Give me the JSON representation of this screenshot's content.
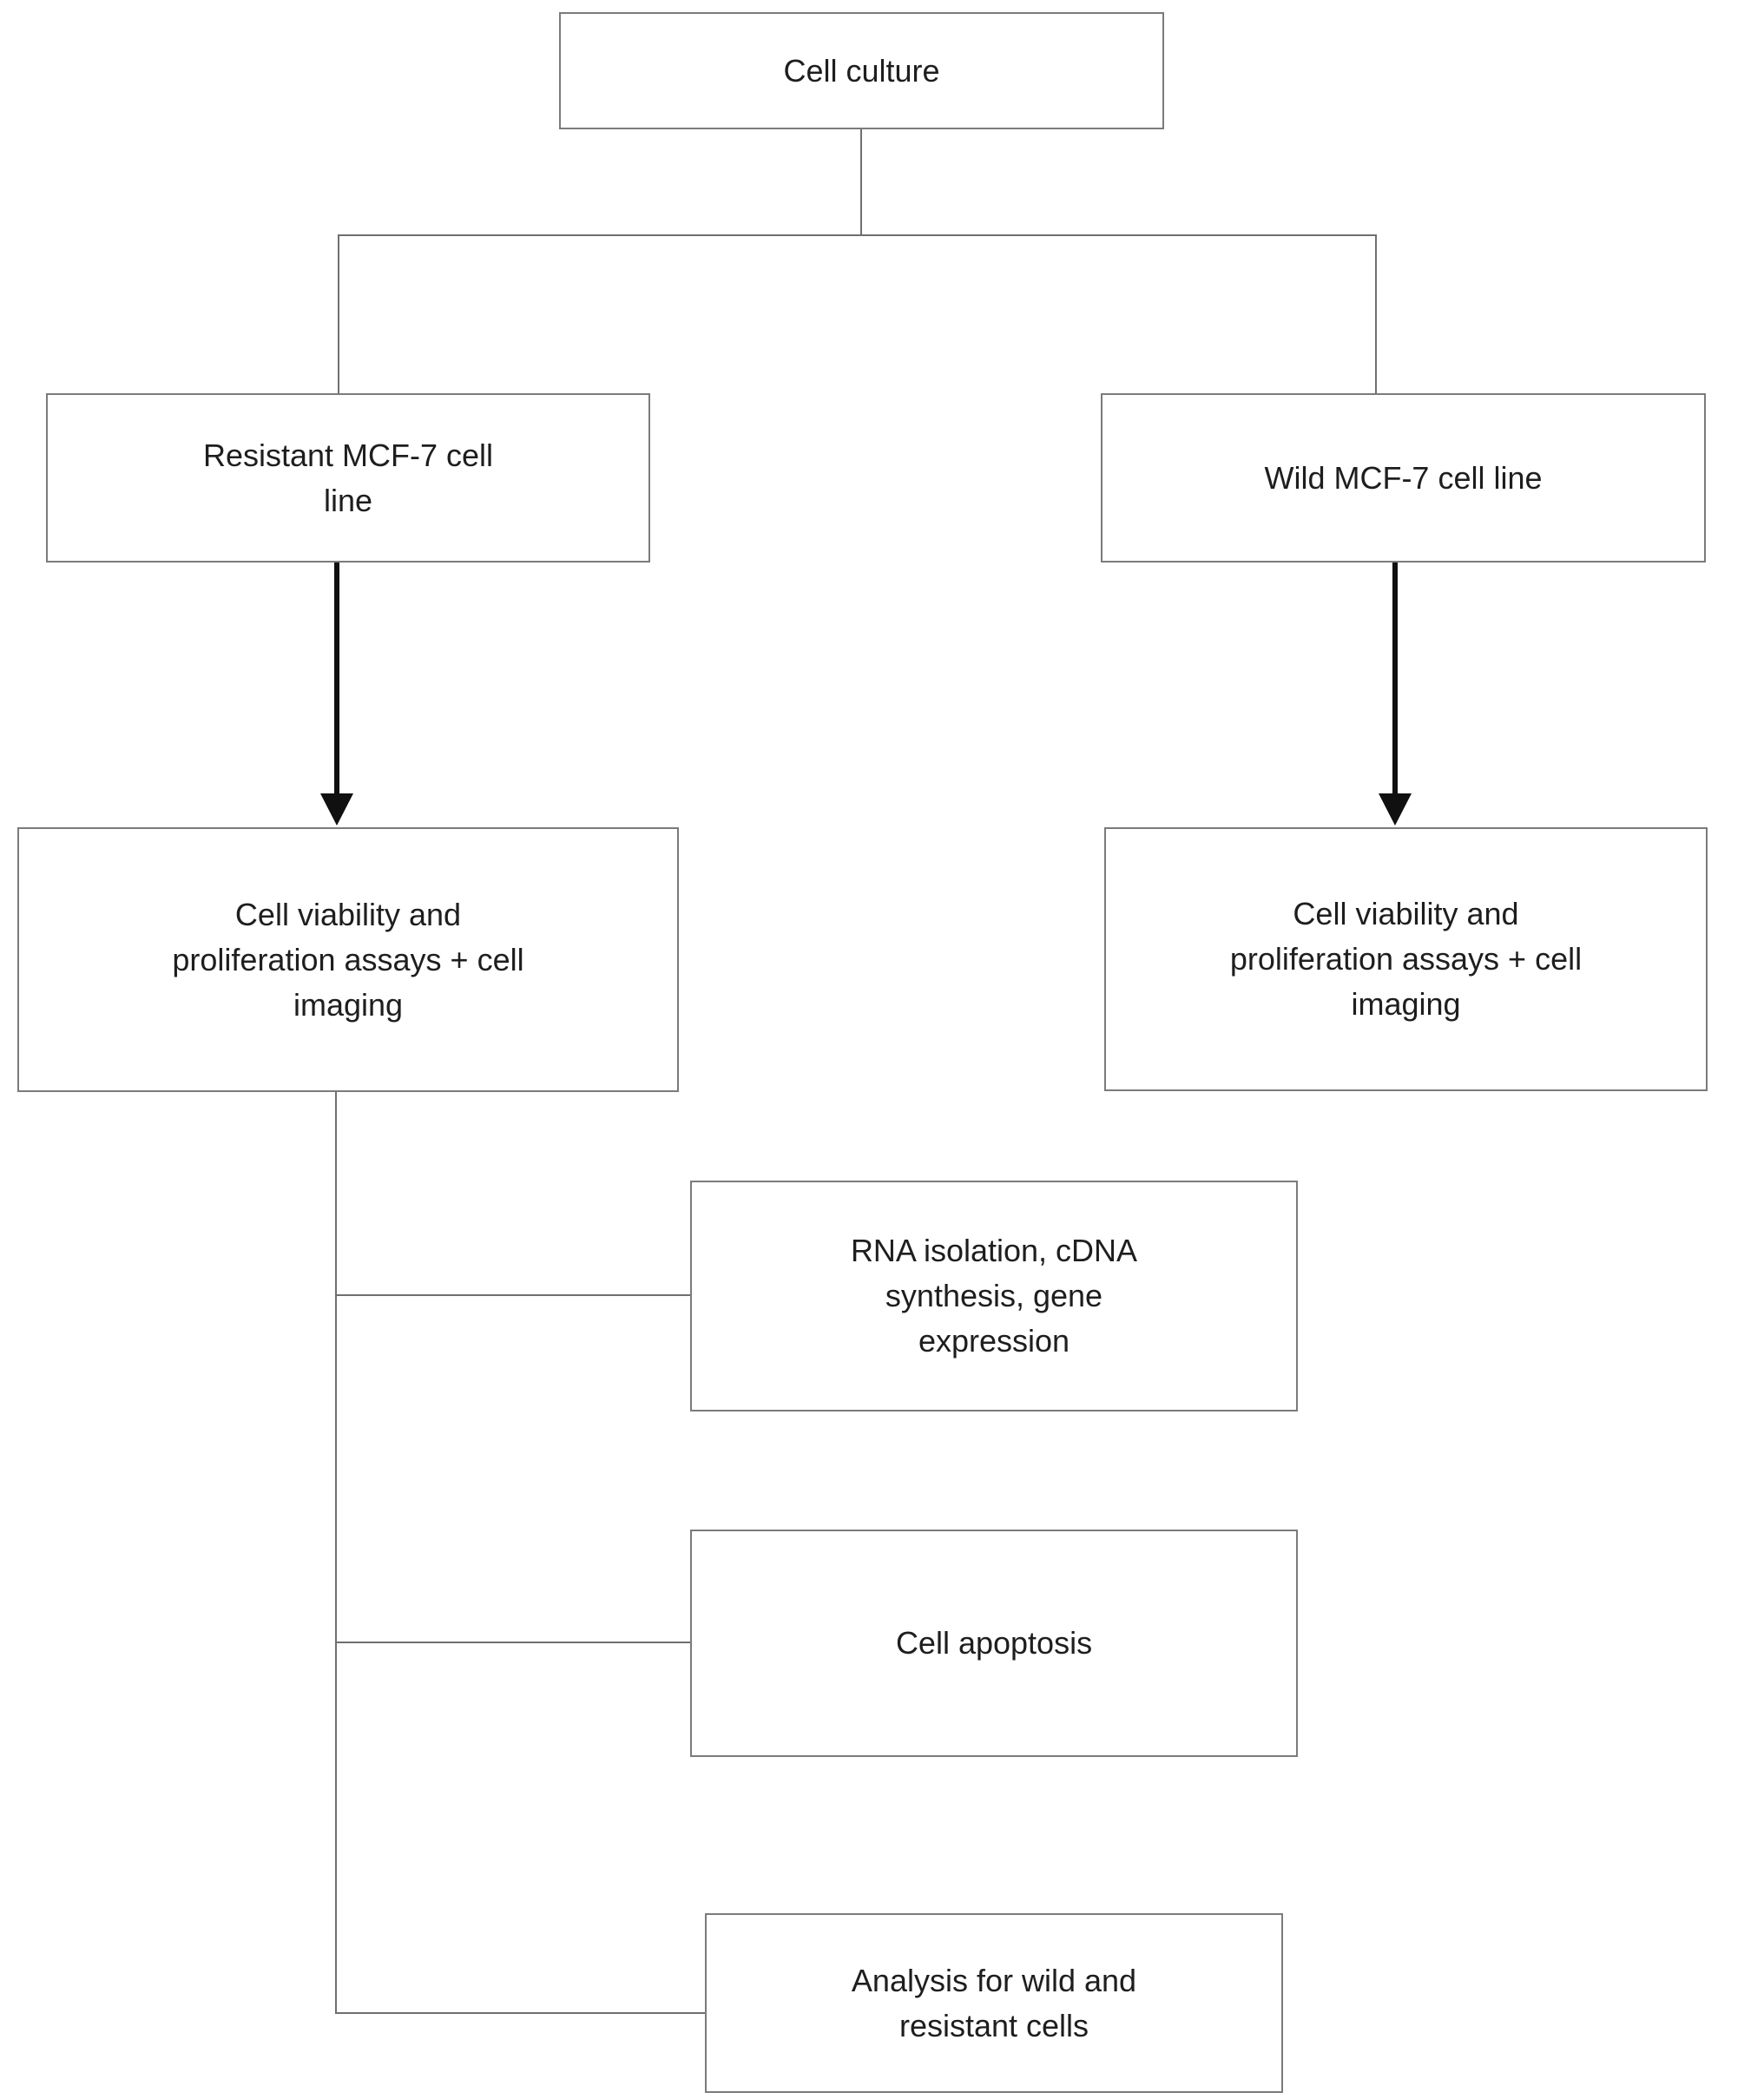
{
  "figure": {
    "type": "flowchart",
    "background": "#ffffff",
    "colors": {
      "box_border": "#7b7b7b",
      "connector_line": "#6f6f6f",
      "arrow": "#101010",
      "text": "#1e1e1e"
    },
    "nodes": {
      "cell_culture": {
        "lines": [
          "Cell culture"
        ]
      },
      "resistant_cell_line": {
        "lines": [
          "Resistant MCF-7 cell",
          "line"
        ]
      },
      "wild_cell_line": {
        "lines": [
          "Wild MCF-7 cell line"
        ]
      },
      "viability_resistant": {
        "lines": [
          "Cell viability and",
          "proliferation assays + cell",
          "imaging"
        ]
      },
      "viability_wild": {
        "lines": [
          "Cell viability and",
          "proliferation assays + cell",
          "imaging"
        ]
      },
      "rna_isolation": {
        "lines": [
          "RNA isolation, cDNA",
          "synthesis, gene",
          "expression"
        ]
      },
      "cell_apoptosis": {
        "lines": [
          "Cell apoptosis"
        ]
      },
      "analysis": {
        "lines": [
          "Analysis for wild and",
          "resistant cells"
        ]
      }
    },
    "edges": [
      {
        "from": "cell_culture",
        "to": "resistant_cell_line",
        "style": "thin-elbow"
      },
      {
        "from": "cell_culture",
        "to": "wild_cell_line",
        "style": "thin-elbow"
      },
      {
        "from": "resistant_cell_line",
        "to": "viability_resistant",
        "style": "thick-arrow"
      },
      {
        "from": "wild_cell_line",
        "to": "viability_wild",
        "style": "thick-arrow"
      },
      {
        "from": "viability_resistant",
        "to": "rna_isolation",
        "style": "thin-elbow"
      },
      {
        "from": "viability_resistant",
        "to": "cell_apoptosis",
        "style": "thin-elbow"
      },
      {
        "from": "viability_resistant",
        "to": "analysis",
        "style": "thin-elbow"
      }
    ]
  }
}
